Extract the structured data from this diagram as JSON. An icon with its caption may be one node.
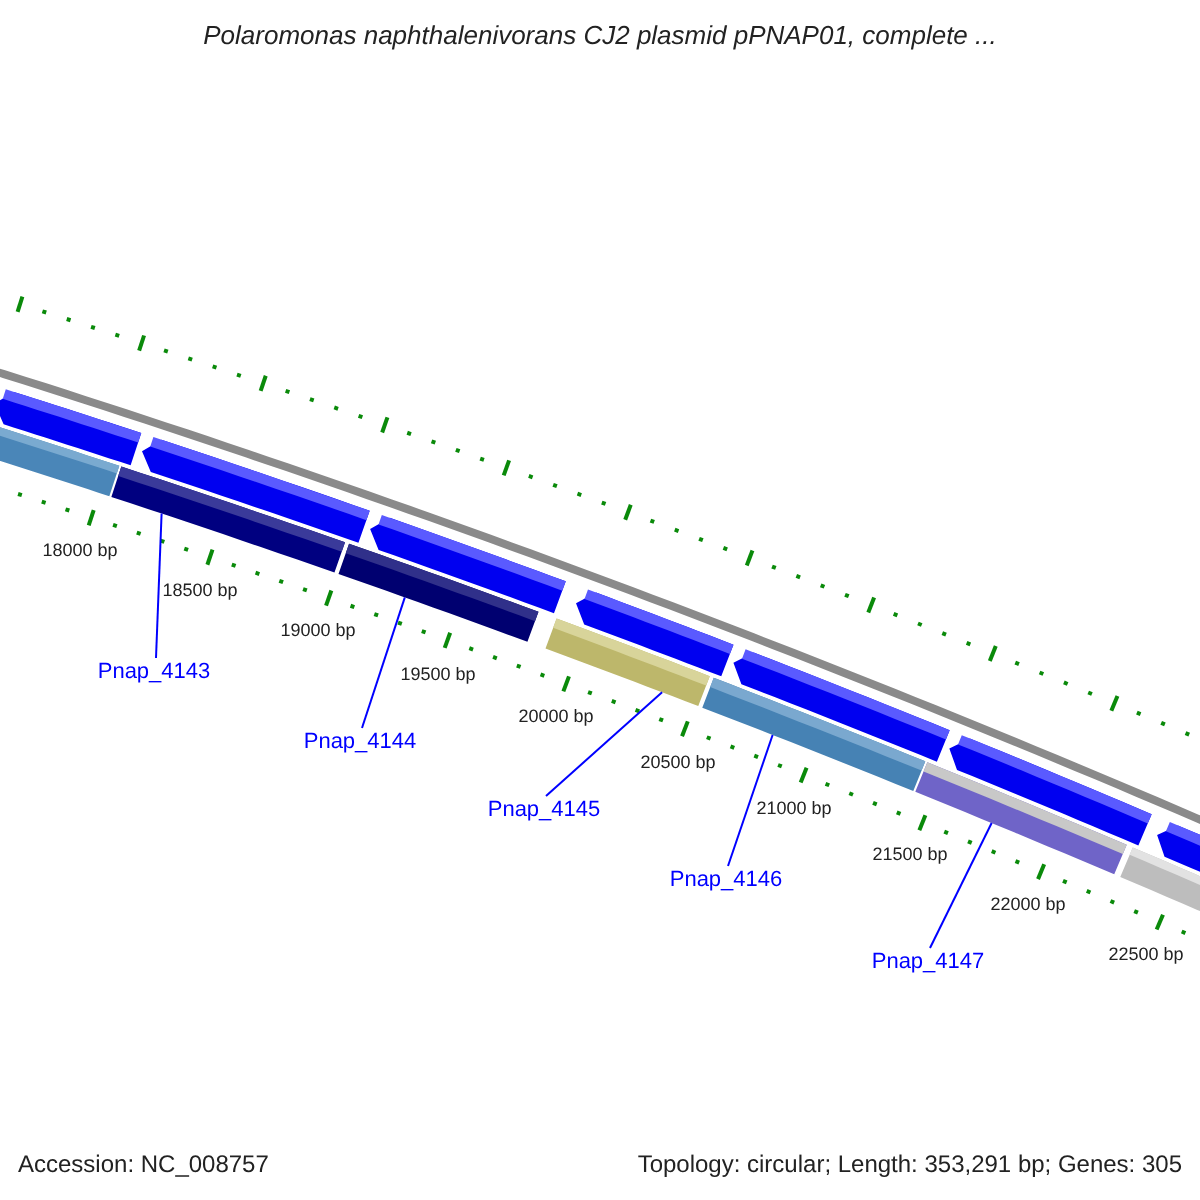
{
  "diagram": {
    "title": "Polaromonas naphthalenivorans CJ2 plasmid pPNAP01, complete ...",
    "nodes": [
      {
        "text": [
          "Pnap_4143"
        ]
      },
      {
        "text": [
          "Pnap_4144"
        ]
      },
      {
        "text": [
          "Pnap_4145"
        ]
      },
      {
        "text": [
          "Pnap_4146"
        ]
      },
      {
        "text": [
          "Pnap_4147"
        ]
      },
      {
        "text": [],
        "shape": "bar"
      },
      {
        "text": [],
        "shape": "bar"
      },
      {
        "text": [],
        "shape": "bar"
      },
      {
        "text": [],
        "shape": "bar"
      },
      {
        "text": [],
        "shape": "bar"
      }
    ],
    "edges": [
      {
        "from": 0,
        "to": 5,
        "arrow": "none"
      },
      {
        "from": 1,
        "to": 6,
        "arrow": "none"
      },
      {
        "from": 2,
        "to": 7,
        "arrow": "none"
      },
      {
        "from": 3,
        "to": 8,
        "arrow": "none"
      },
      {
        "from": 4,
        "to": 9,
        "arrow": "none"
      }
    ],
    "labels": [
      "18000 bp",
      "18500 bp",
      "19000 bp",
      "19500 bp",
      "20000 bp",
      "20500 bp",
      "21000 bp",
      "21500 bp",
      "22000 bp",
      "22500 bp",
      "Accession: NC_008757",
      "Topology: circular; Length: 353,291 bp; Genes: 305"
    ]
  }
}
